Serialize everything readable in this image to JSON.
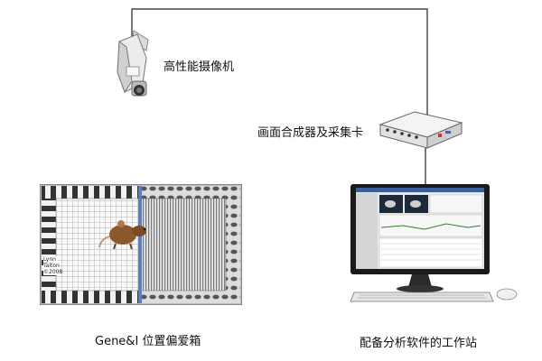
{
  "nodes": {
    "camera": {
      "label": "高性能摄像机"
    },
    "capture_card": {
      "label": "画面合成器及采集卡"
    },
    "place_box": {
      "label": "Gene&I 位置偏爱箱",
      "watermark": "Lynn\nTalton\n©2008"
    },
    "workstation": {
      "label": "配备分析软件的工作站"
    }
  },
  "colors": {
    "wire": "#222222",
    "divider": "#5b7fbf",
    "device_body": "#f2f2f2",
    "screen_bg": "#1d2a3a"
  }
}
